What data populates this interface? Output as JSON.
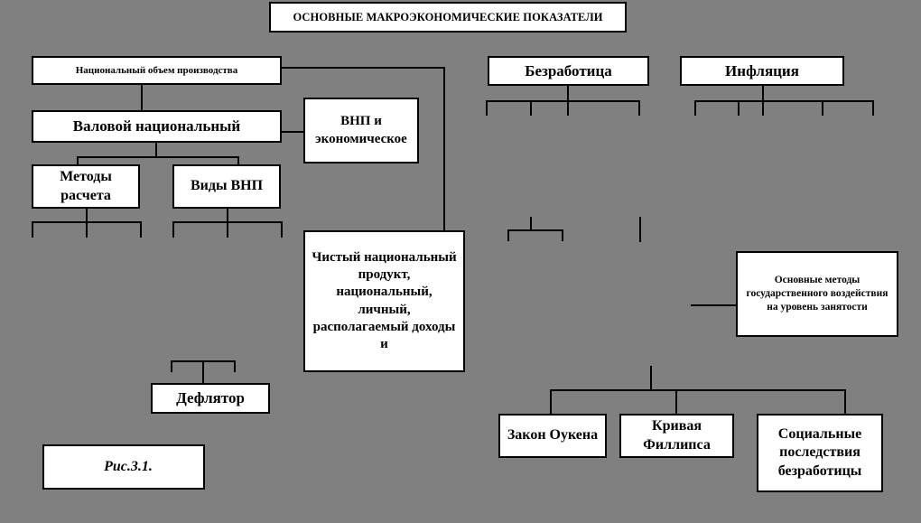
{
  "diagram": {
    "title": "ОСНОВНЫЕ МАКРОЭКОНОМИЧЕСКИЕ ПОКАЗАТЕЛИ",
    "caption": "Рис.3.1.",
    "background_color": "#808080",
    "node_fill_color": "#ffffff",
    "line_color": "#000000",
    "nodes": {
      "national_output": "Национальный  объем производства",
      "gross_national": "Валовой национальный",
      "gnp_economic": "ВНП и экономическое",
      "calc_methods": "Методы расчета",
      "gnp_types": "Виды ВНП",
      "net_national_product": "Чистый национальный продукт, национальный, личный, располагаемый доходы и",
      "deflator": "Дефлятор",
      "unemployment": "Безработица",
      "inflation": "Инфляция",
      "state_methods": "Основные методы государственного воздействия на уровень занятости",
      "okun_law": "Закон Оукена",
      "phillips_curve": "Кривая Филлипса",
      "social_consequences": "Социальные последствия безработицы"
    }
  }
}
